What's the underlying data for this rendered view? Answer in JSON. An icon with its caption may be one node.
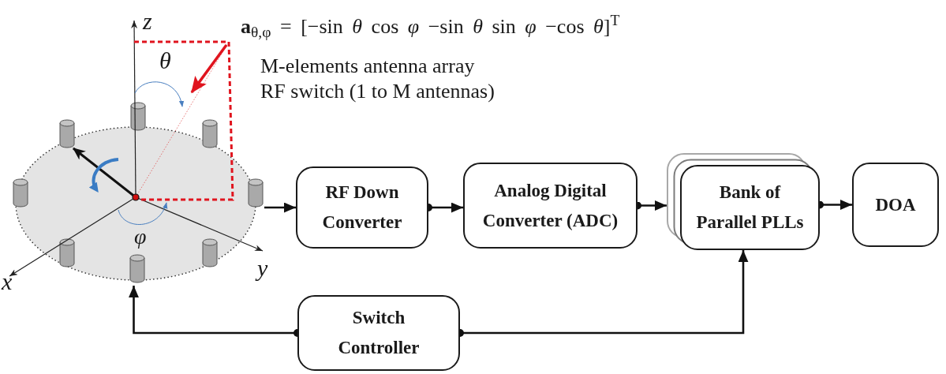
{
  "diagram": {
    "nodes": [
      {
        "text": [],
        "shape": "picture"
      },
      {
        "text": [
          "RF Down Converter"
        ]
      },
      {
        "text": [
          "Analog Digital Converter (ADC)"
        ]
      },
      {
        "text": [
          "Bank of Parallel PLLs"
        ]
      },
      {
        "text": [
          "DOA"
        ]
      },
      {
        "text": [
          "Switch Controller"
        ]
      }
    ],
    "edges": [
      {
        "from": 0,
        "to": 1,
        "arrow": "to"
      },
      {
        "from": 1,
        "to": 2,
        "arrow": "to"
      },
      {
        "from": 2,
        "to": 3,
        "arrow": "to"
      },
      {
        "from": 3,
        "to": 4,
        "arrow": "to"
      },
      {
        "from": 5,
        "to": 0,
        "arrow": "to"
      },
      {
        "from": 5,
        "to": 3,
        "arrow": "to"
      }
    ],
    "labels": [
      "z",
      "**a**$_{θ,φ}$ = [−sin *θ* cos *φ* −sin *θ* sin *φ* −cos *θ*]$^{T}$",
      "θ",
      "M-elements antenna array",
      "RF switch (1 to M antennas)",
      "φ",
      "y",
      "x"
    ]
  }
}
